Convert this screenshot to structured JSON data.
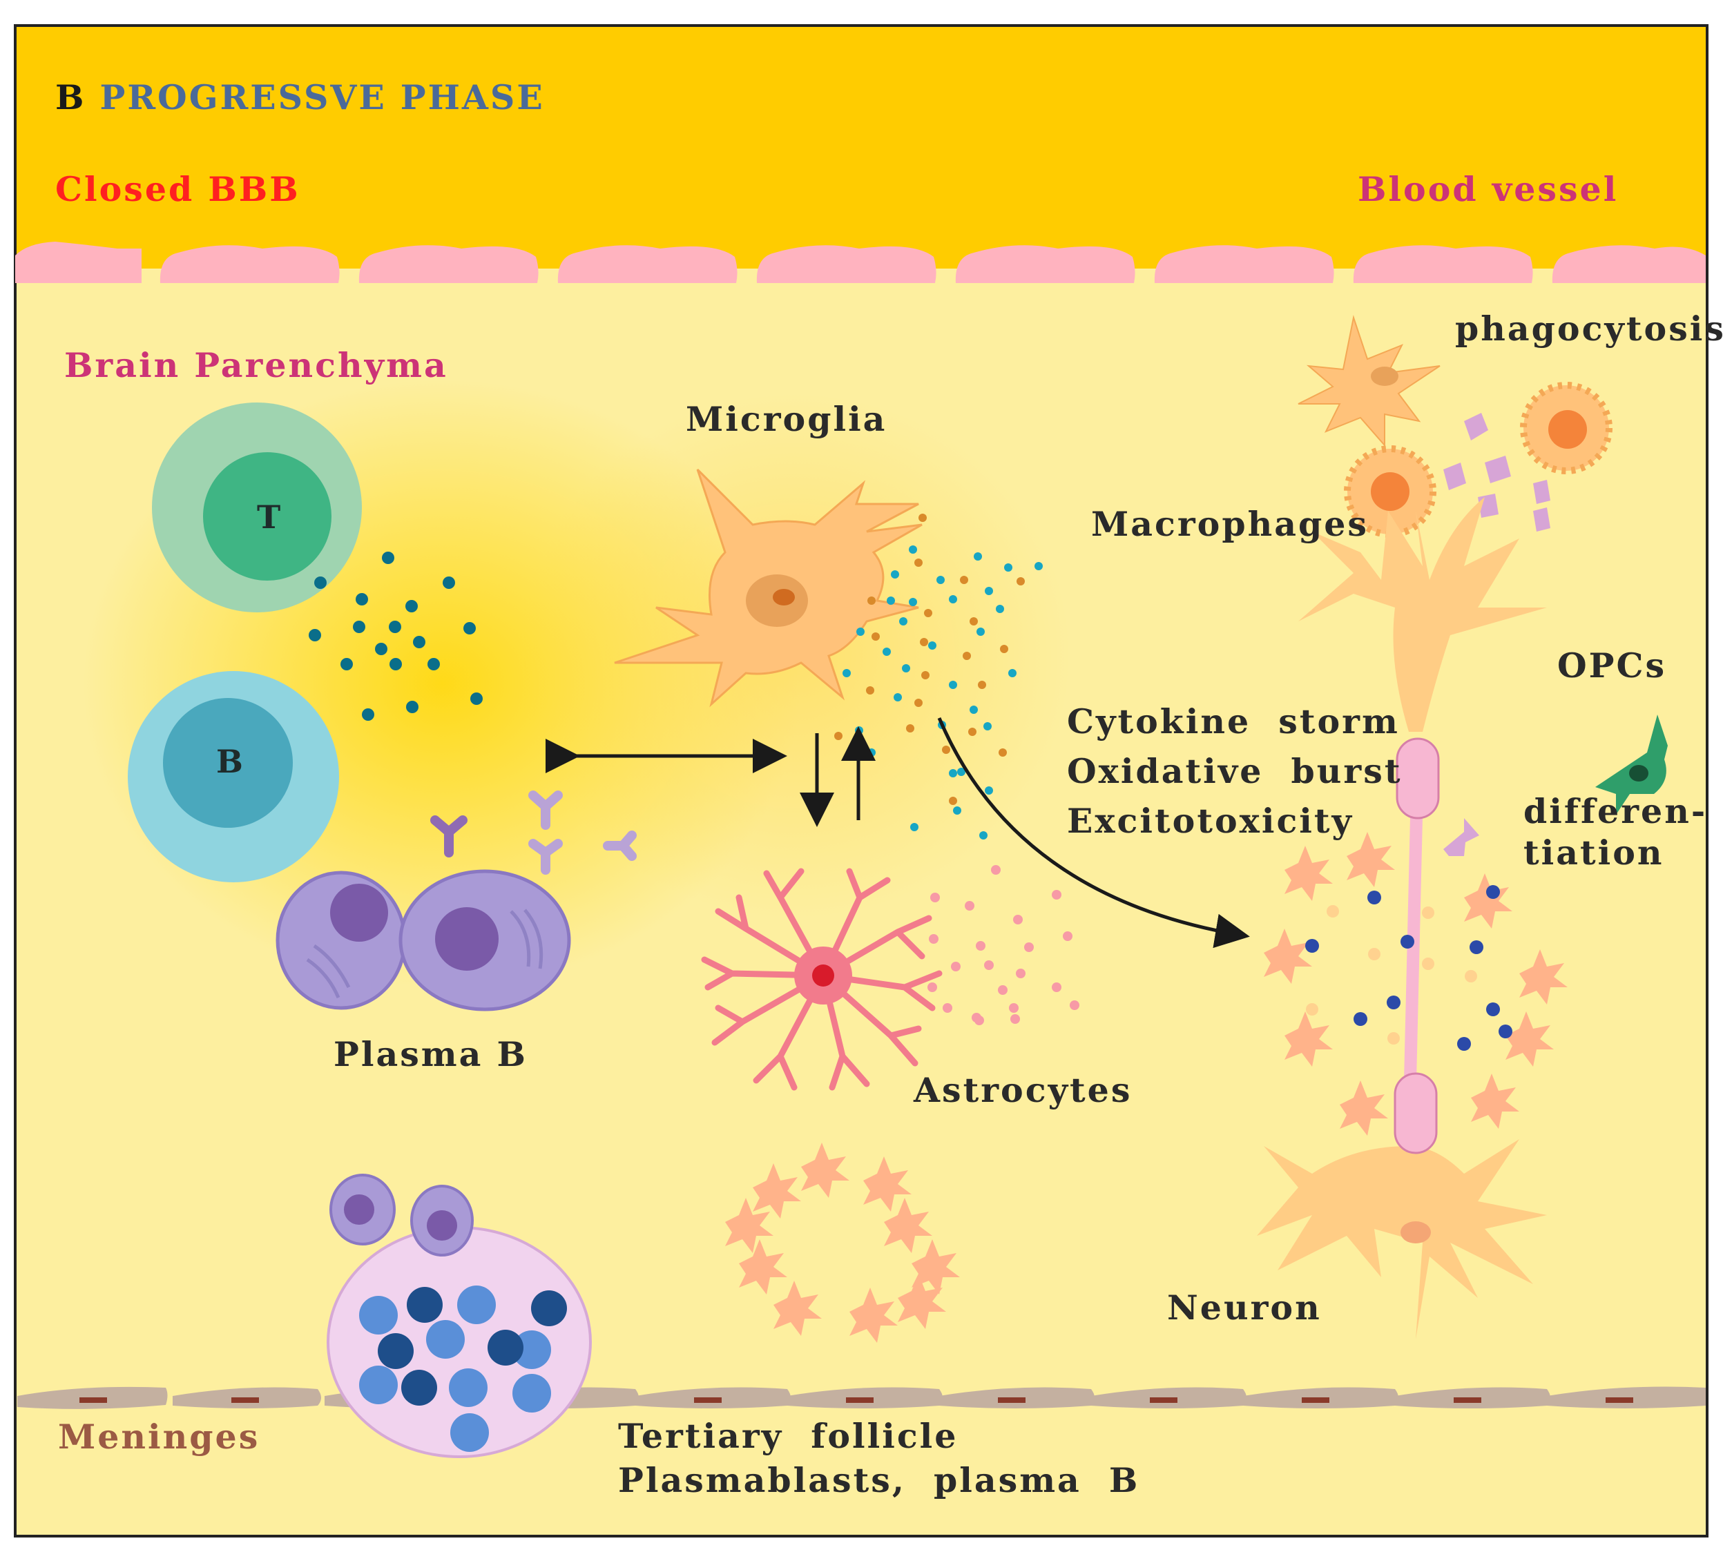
{
  "panel": {
    "letter": "B",
    "title": "PROGRESSVE PHASE"
  },
  "labels": {
    "closed_bbb": "Closed BBB",
    "blood_vessel": "Blood  vessel",
    "brain_parenchyma": "Brain  Parenchyma",
    "t_cell": "T",
    "b_cell": "B",
    "plasma_b": "Plasma  B",
    "microglia": "Microglia",
    "astrocytes": "Astrocytes",
    "phagocytosis": "phagocytosis",
    "macrophages": "Macrophages",
    "opcs": "OPCs",
    "differentiation": "differen-\ntiation",
    "effects": "Cytokine  storm\nOxidative  burst\nExcitotoxicity",
    "neuron": "Neuron",
    "meninges": "Meninges",
    "follicle": "Tertiary  follicle\nPlasmablasts,  plasma  B"
  },
  "colors": {
    "blood_vessel": "#ffcc00",
    "parenchyma": "#fdf0a0",
    "endothelium": "#ffb3bf",
    "title_blue": "#4a6a9a",
    "red_label": "#ff2020",
    "magenta_label": "#cc3377",
    "meninges_label": "#9b5a44",
    "t_cell": "#5cbf94",
    "b_cell": "#5fb6c8",
    "plasma_cell": "#a99ad6",
    "microglia": "#ffc27a",
    "astrocyte": "#f27b8c",
    "neuron": "#ffcd85",
    "myelin_axon": "#f7b7d2",
    "opc": "#2f9e6a",
    "follicle": "#f1d3ee"
  }
}
